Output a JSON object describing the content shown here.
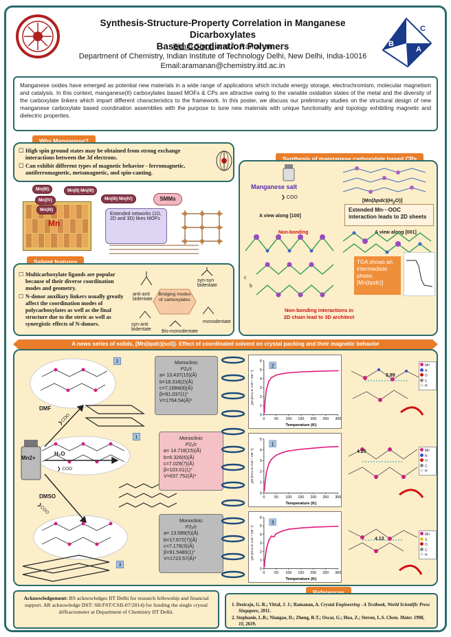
{
  "header": {
    "title_line1": "Synthesis-Structure-Property  Correlation in Manganese Dicarboxylates",
    "title_line2": "Based Coordination Polymers",
    "author_first": "Bharti Singh",
    "author_rest": " and A. Ramanan",
    "department": "Department of Chemistry, Indian  Institute of Technology Delhi, New  Delhi, India-10016",
    "email": "Email:aramanan@chemistry.iitd.ac.in",
    "logo_right_letters": [
      "B",
      "C",
      "A"
    ]
  },
  "intro": "Manganese oxides have emerged as potential new materials in a wide range of applications which include energy storage, electrochromism, molecular magnetism  and catalysis. In this context, manganese(II) carboxylates based MOFs & CPs are attractive owing to the variable oxidation states of the metal and the diversity of the carboxylate linkers which impart different characteristics to the framework. In this poster, we discuss our preliminary studies on the structural design of new manganese carboxylate based coordination assemblies with the purpose to tune new materials with unique functionality and topology exhibiting magnetic and dielectric properties.",
  "why": {
    "tag": "Why Manganese?",
    "bullet1_pre": "High spin ground states may be obtained from strong exchange  interactions between the ",
    "bullet1_em": "3d",
    "bullet1_post": " electrons.",
    "bullet2": "Can exhibit different types of magnetic behavior - ferromagnetic, antiferromagnetic, metamagnetic, and spin-canting.",
    "pills": [
      "Mn(III)",
      "Mn(II) Mn(III)",
      "Mn(IV)",
      "Mn(III)",
      "Mn(III) Mn(IV)"
    ],
    "mn_label": "Mn",
    "smm": "SMMs",
    "networks": "Extended  networks (1D, 2D and  3D) likes  MOFs"
  },
  "salient": {
    "tag": "Salient features",
    "bullet1": "Multicarboxylate ligands are popular because of their diverse coordination modes and geometry.",
    "bullet2": "N-donor auxiliary linkers usually greatly affect the coordination modes of polycarboxylates as well as the final structure due to the steric as well as synergistic effects of N-donors.",
    "center": "Bridging modes of carboxylates",
    "modes": [
      "anti-anti bidentate",
      "syn-syn bidentate",
      "syn-anti bidentate",
      "monodentate",
      "Bis-monodentate"
    ]
  },
  "synthesis": {
    "tag": "Synthesis of manganese carboxylate based CPs",
    "salt": "Manganese salt",
    "coo": "COO",
    "formula_pre": "[Mn(",
    "formula_em": "bpdc",
    "formula_post": ")(H",
    "formula_sub": "2",
    "formula_end": "O)]",
    "extended": "Extended Mn···OOC interaction leads to 2D sheets",
    "view100": "A view along [100]",
    "view001": "A view along [001]",
    "nonbonding": "Non-bonding",
    "tga_pre": "TGA  shows an intermediate phase, [Mn(",
    "tga_em": "bpdc",
    "tga_post": ")]",
    "nb_caption_1": "Non-bonding interactions in",
    "nb_caption_2": "2D chain lead to  3D architect",
    "axis_c": "c",
    "axis_b": "b"
  },
  "banner": {
    "text_pre": "A news series of solids, [Mn(",
    "text_em": "bpdc",
    "text_post": ")(sol)]- Effect of coordinated solvent on crystal packing and their magnetic behavior"
  },
  "series": {
    "mn_center": "Mn2+",
    "solvents": [
      "DMF",
      "H₂O",
      "DMSO"
    ],
    "coo": "COO",
    "crystals": [
      {
        "badge": "2",
        "system": "Monoclinic",
        "group": "P2₁/c",
        "a": "a= 13.437(15)(Å)",
        "b": "b=18.318(2)(Å)",
        "c": "c=7.1684(8)(Å)",
        "beta": "β=91.037(1)°",
        "v": "V=1764.54(Å)³",
        "distance": "3.89"
      },
      {
        "badge": "1",
        "system": "Monoclinic",
        "group": "P2₁/c",
        "a": "a= 14.718(15)(Å)",
        "b": "b=6.326(6)(Å)",
        "c": "c=7.029(7)(Å)",
        "beta": "β=103.01(1)°",
        "v": "V=637.752(Å)³",
        "distance": "4.25"
      },
      {
        "badge": "3",
        "system": "Monoclinic",
        "group": "P2₁/c",
        "a": "a= 13.589(5)(Å)",
        "b": "b=17.672(7)(Å)",
        "c": "c=7.179(3)(Å)",
        "beta": "β=91.5480(1)°",
        "v": "V=1723.57(Å)³",
        "distance": "4.13"
      }
    ],
    "plot_xlabel": "Temperature (K)",
    "plot_ylabel": "χM (emu K mol⁻¹ Oe⁻¹)",
    "legend_elements": [
      "Mn",
      "N",
      "O",
      "C",
      "H"
    ],
    "legend_elements_3": [
      "Mn",
      "S",
      "O",
      "C",
      "H"
    ]
  },
  "chart_data": [
    {
      "type": "line",
      "title": "2",
      "xlabel": "Temperature (K)",
      "ylabel": "χM (emu K mol⁻¹ Oe⁻¹)",
      "xlim": [
        0,
        300
      ],
      "ylim": [
        0,
        6
      ],
      "x_ticks": [
        0,
        50,
        100,
        150,
        200,
        250,
        300
      ],
      "y_ticks": [
        0,
        1,
        2,
        3,
        4,
        5,
        6
      ],
      "x": [
        2,
        5,
        10,
        20,
        30,
        50,
        75,
        100,
        150,
        200,
        250,
        300
      ],
      "y": [
        0.2,
        1.6,
        2.8,
        3.7,
        4.1,
        4.4,
        4.55,
        4.65,
        4.75,
        4.8,
        4.85,
        4.88
      ]
    },
    {
      "type": "line",
      "title": "1",
      "xlabel": "Temperature (K)",
      "ylabel": "χM (emu K mol⁻¹ Oe⁻¹)",
      "xlim": [
        0,
        300
      ],
      "ylim": [
        0,
        5
      ],
      "x_ticks": [
        0,
        50,
        100,
        150,
        200,
        250,
        300
      ],
      "y_ticks": [
        0,
        1,
        2,
        3,
        4,
        5
      ],
      "x": [
        2,
        5,
        10,
        20,
        30,
        50,
        75,
        100,
        150,
        200,
        250,
        300
      ],
      "y": [
        0.2,
        1.0,
        1.9,
        2.7,
        3.1,
        3.5,
        3.75,
        3.9,
        4.05,
        4.15,
        4.25,
        4.3
      ]
    },
    {
      "type": "line",
      "title": "3",
      "xlabel": "Temperature (K)",
      "ylabel": "χM (emu K mol⁻¹ Oe⁻¹)",
      "xlim": [
        0,
        300
      ],
      "ylim": [
        0,
        6
      ],
      "x_ticks": [
        0,
        50,
        100,
        150,
        200,
        250,
        300
      ],
      "y_ticks": [
        0,
        1,
        2,
        3,
        4,
        5,
        6
      ],
      "x": [
        2,
        5,
        10,
        20,
        30,
        40,
        50,
        75,
        100,
        150,
        200,
        250,
        300
      ],
      "y": [
        0.2,
        1.2,
        2.3,
        3.3,
        3.8,
        3.7,
        4.1,
        4.4,
        4.6,
        4.75,
        4.85,
        4.9,
        4.95
      ]
    }
  ],
  "ack": {
    "label": "Acknowledgement:",
    "text": " BS acknowledges IIT Delhi  for research fellowship and financial support. AR acknowledge DST: SR/FST/CSII-07/2014) for funding the single crystal diffractometer at Department of Chemistry IIT Delhi."
  },
  "refs": {
    "tag": "References",
    "r1_pre": "1.   Desiraju, G. R.; Vittal, J. J.; Ramanan, A. ",
    "r1_em": "Crystal Engineering  - A Textbook, World Scientific Press Singapore",
    "r1_post": ", 2011.",
    "r2_pre": "2.   Stephanie, L.B.; Niangao, D.; Zheng, R.T.; Oscar, G.; Hua, Z.; Steven, L.S. ",
    "r2_em": "Chem. Mater.",
    "r2_post": " 1998, ",
    "r2_vol": "10",
    "r2_end": ", 2619."
  },
  "colors": {
    "accent": "#e97d2a",
    "panel": "#fbeec9",
    "border": "#2a6a6a",
    "curve": "#e0157a"
  }
}
